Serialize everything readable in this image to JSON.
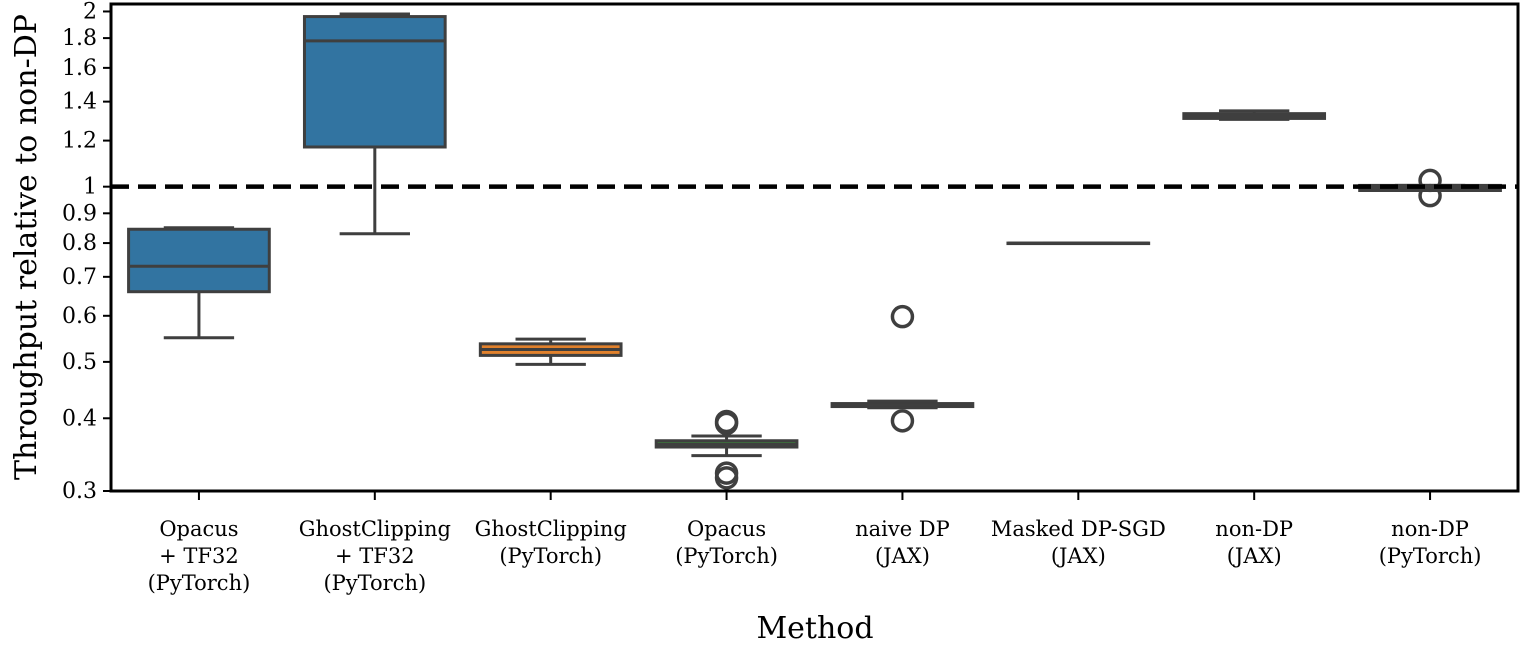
{
  "chart_data": {
    "type": "box",
    "xlabel": "Method",
    "ylabel": "Throughput relative to non-DP",
    "yscale": "log",
    "ylim": [
      0.3,
      2.06
    ],
    "yticks": [
      0.3,
      0.4,
      0.5,
      0.6,
      0.7,
      0.8,
      0.9,
      1,
      1.2,
      1.4,
      1.6,
      1.8,
      2
    ],
    "ytick_labels": [
      "0.3",
      "0.4",
      "0.5",
      "0.6",
      "0.7",
      "0.8",
      "0.9",
      "1",
      "1.2",
      "1.4",
      "1.6",
      "1.8",
      "2"
    ],
    "reference_line": {
      "y": 1.0,
      "style": "dashed",
      "color": "#000000"
    },
    "categories": [
      [
        "Opacus",
        "+ TF32",
        "(PyTorch)"
      ],
      [
        "GhostClipping",
        "+ TF32",
        "(PyTorch)"
      ],
      [
        "GhostClipping",
        "(PyTorch)"
      ],
      [
        "Opacus",
        "(PyTorch)"
      ],
      [
        "naive DP",
        "(JAX)"
      ],
      [
        "Masked DP-SGD",
        "(JAX)"
      ],
      [
        "non-DP",
        "(JAX)"
      ],
      [
        "non-DP",
        "(PyTorch)"
      ]
    ],
    "boxes": [
      {
        "whislo": 0.55,
        "q1": 0.66,
        "med": 0.73,
        "q3": 0.845,
        "whishi": 0.85,
        "fliers": [],
        "color": "#3274a1"
      },
      {
        "whislo": 0.83,
        "q1": 1.17,
        "med": 1.78,
        "q3": 1.96,
        "whishi": 1.98,
        "fliers": [],
        "color": "#3274a1"
      },
      {
        "whislo": 0.495,
        "q1": 0.513,
        "med": 0.525,
        "q3": 0.537,
        "whishi": 0.547,
        "fliers": [],
        "color": "#e1812c"
      },
      {
        "whislo": 0.345,
        "q1": 0.357,
        "med": 0.361,
        "q3": 0.366,
        "whishi": 0.373,
        "fliers": [
          0.392,
          0.395,
          0.322,
          0.316
        ],
        "color": "#3a923a"
      },
      {
        "whislo": 0.417,
        "q1": 0.419,
        "med": 0.421,
        "q3": 0.424,
        "whishi": 0.428,
        "fliers": [
          0.598,
          0.396
        ],
        "color": "#c03d3e"
      },
      {
        "whislo": 0.8,
        "q1": 0.8,
        "med": 0.8,
        "q3": 0.8,
        "whishi": 0.8,
        "fliers": [],
        "color": "#9372b2"
      },
      {
        "whislo": 1.305,
        "q1": 1.31,
        "med": 1.32,
        "q3": 1.335,
        "whishi": 1.35,
        "fliers": [],
        "color": "#845b53"
      },
      {
        "whislo": 0.985,
        "q1": 0.985,
        "med": 0.995,
        "q3": 1.005,
        "whishi": 1.005,
        "fliers": [
          1.025,
          0.965
        ],
        "color": "#d684bd"
      }
    ],
    "grid": false,
    "legend": "none"
  }
}
